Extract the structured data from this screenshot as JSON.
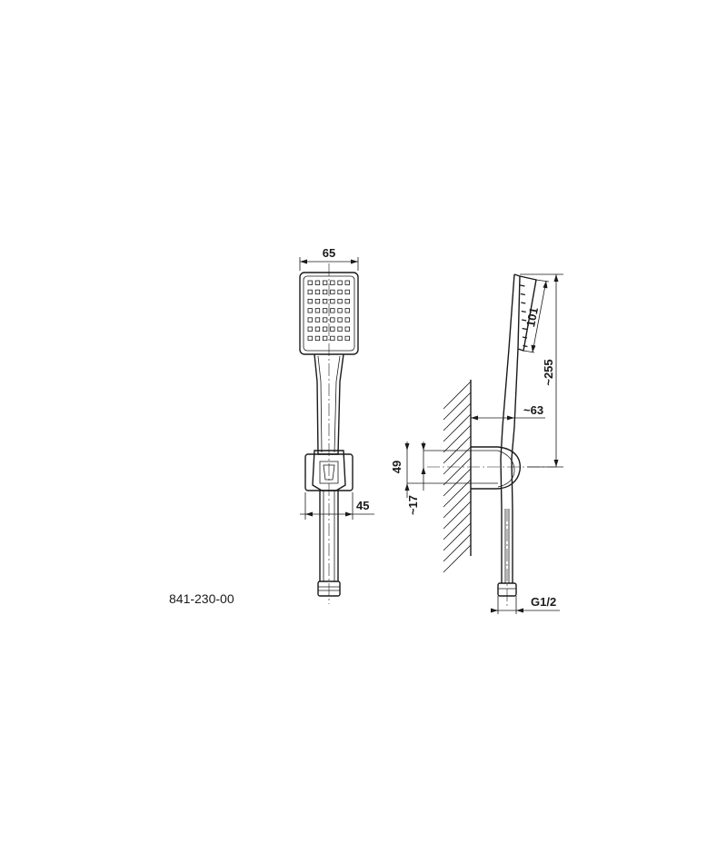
{
  "product_code": "841-230-00",
  "dimensions": {
    "head_width": "65",
    "holder_width": "45",
    "head_length": "101",
    "overall_height": "~255",
    "projection": "~63",
    "holder_height": "49",
    "holder_offset": "~17",
    "thread": "G1/2"
  },
  "colors": {
    "line": "#1a1a1a",
    "background": "#ffffff"
  }
}
